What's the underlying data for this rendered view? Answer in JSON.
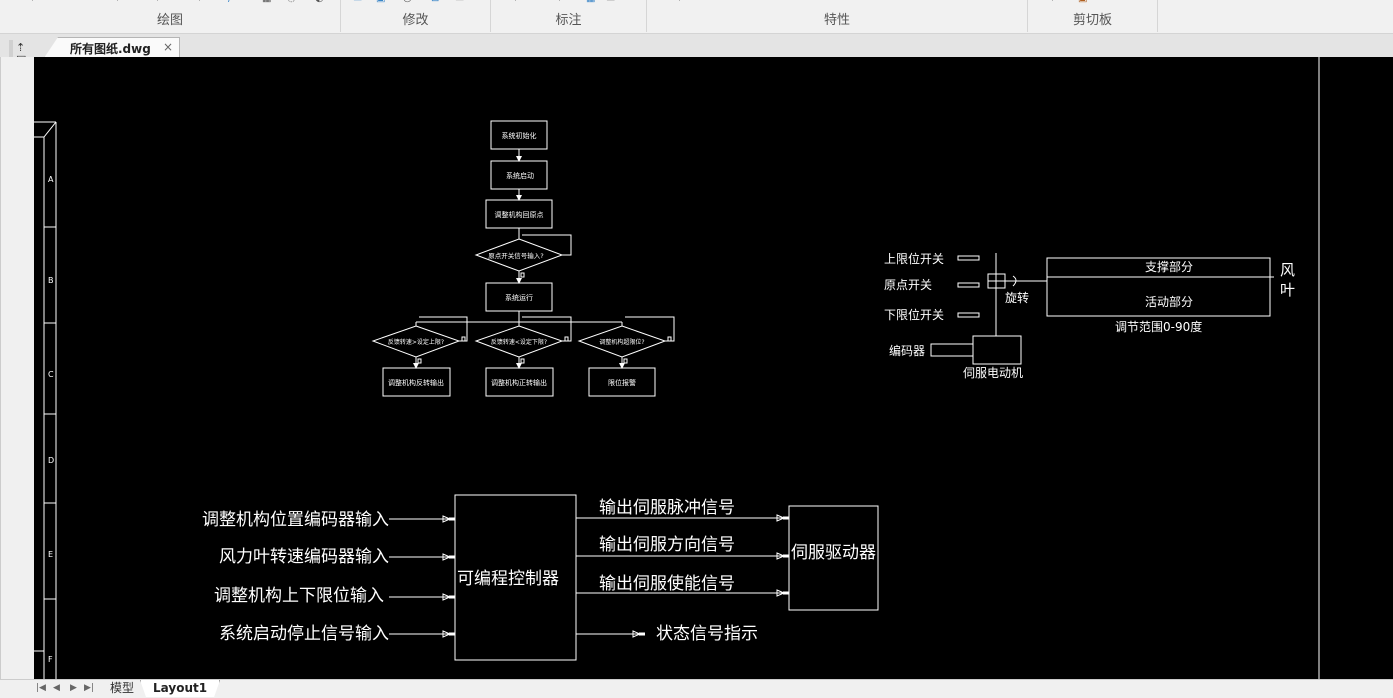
{
  "ribbon": {
    "groups": [
      {
        "label": "绘图"
      },
      {
        "label": "修改"
      },
      {
        "label": "标注"
      },
      {
        "label": "特性"
      },
      {
        "label": "剪切板"
      }
    ]
  },
  "document_tab": {
    "name": "所有图纸.dwg",
    "close": "×"
  },
  "side_toolbar": {
    "icons": [
      "tool-palette-icon",
      "layer-icon",
      "properties-icon"
    ]
  },
  "layout_tabs": {
    "nav": [
      "|◀",
      "◀",
      "▶",
      "▶|"
    ],
    "tabs": [
      {
        "label": "模型",
        "active": false
      },
      {
        "label": "Layout1",
        "active": true
      }
    ]
  },
  "drawing": {
    "frame_rows": [
      "A",
      "B",
      "C",
      "D",
      "E",
      "F"
    ],
    "flowchart": {
      "steps": [
        "系统初始化",
        "系统启动",
        "调整机构回原点"
      ],
      "decision_origin": "原点开关信号输入?",
      "run_step": "系统运行",
      "decisions": [
        "反馈转速>设定上限?",
        "反馈转速<设定下限?",
        "调整机构超限位?"
      ],
      "outputs": [
        "调整机构反转输出",
        "调整机构正转输出",
        "限位报警"
      ]
    },
    "mechanism": {
      "upper_limit": "上限位开关",
      "origin_switch": "原点开关",
      "lower_limit": "下限位开关",
      "rotate": "旋转",
      "encoder": "编码器",
      "motor": "伺服电动机",
      "support_part": "支撑部分",
      "active_part": "活动部分",
      "range": "调节范围0-90度",
      "fan_blade_1": "风",
      "fan_blade_2": "叶"
    },
    "block_diagram": {
      "inputs": [
        "调整机构位置编码器输入",
        "风力叶转速编码器输入",
        "调整机构上下限位输入",
        "系统启动停止信号输入"
      ],
      "controller": "可编程控制器",
      "outputs": [
        "输出伺服脉冲信号",
        "输出伺服方向信号",
        "输出伺服使能信号"
      ],
      "driver": "伺服驱动器",
      "status": "状态信号指示"
    }
  }
}
